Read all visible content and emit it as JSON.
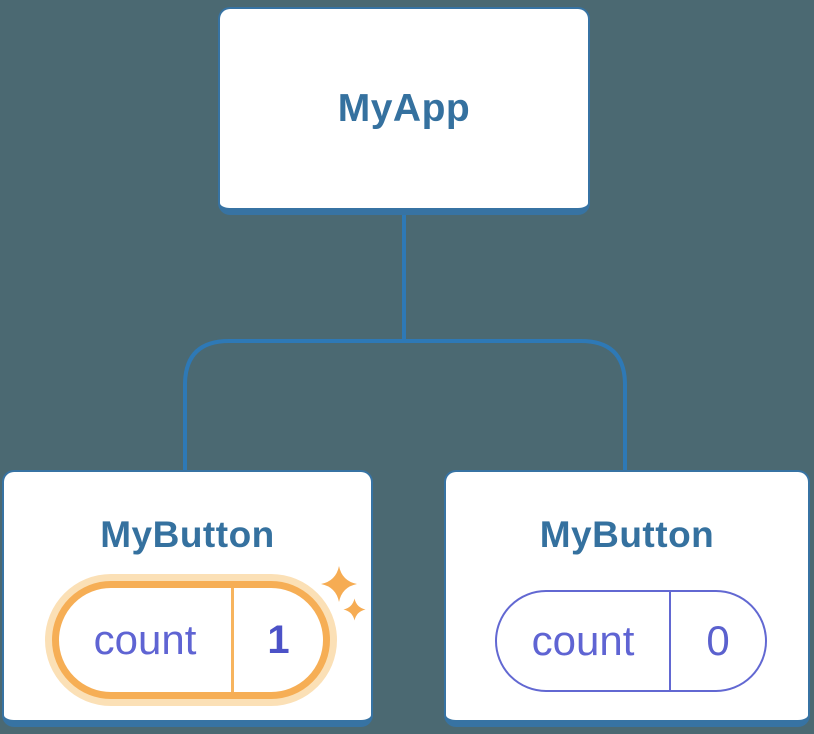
{
  "diagram": {
    "type": "react-component-tree",
    "root": {
      "label": "MyApp"
    },
    "children": [
      {
        "label": "MyButton",
        "state": {
          "key": "count",
          "value": "1"
        },
        "highlighted": true
      },
      {
        "label": "MyButton",
        "state": {
          "key": "count",
          "value": "0"
        },
        "highlighted": false
      }
    ],
    "colors": {
      "background": "#4b6972",
      "connector": "#2e79b6",
      "node_border": "#3773a3",
      "node_fill": "#ffffff",
      "node_label": "#35719f",
      "state_text": "#5f64d3",
      "state_value_highlighted": "#4c52c7",
      "highlight_ring": "#f6ae55",
      "highlight_glow": "#fbe0b6",
      "sparkle": "#f6ac53"
    }
  }
}
